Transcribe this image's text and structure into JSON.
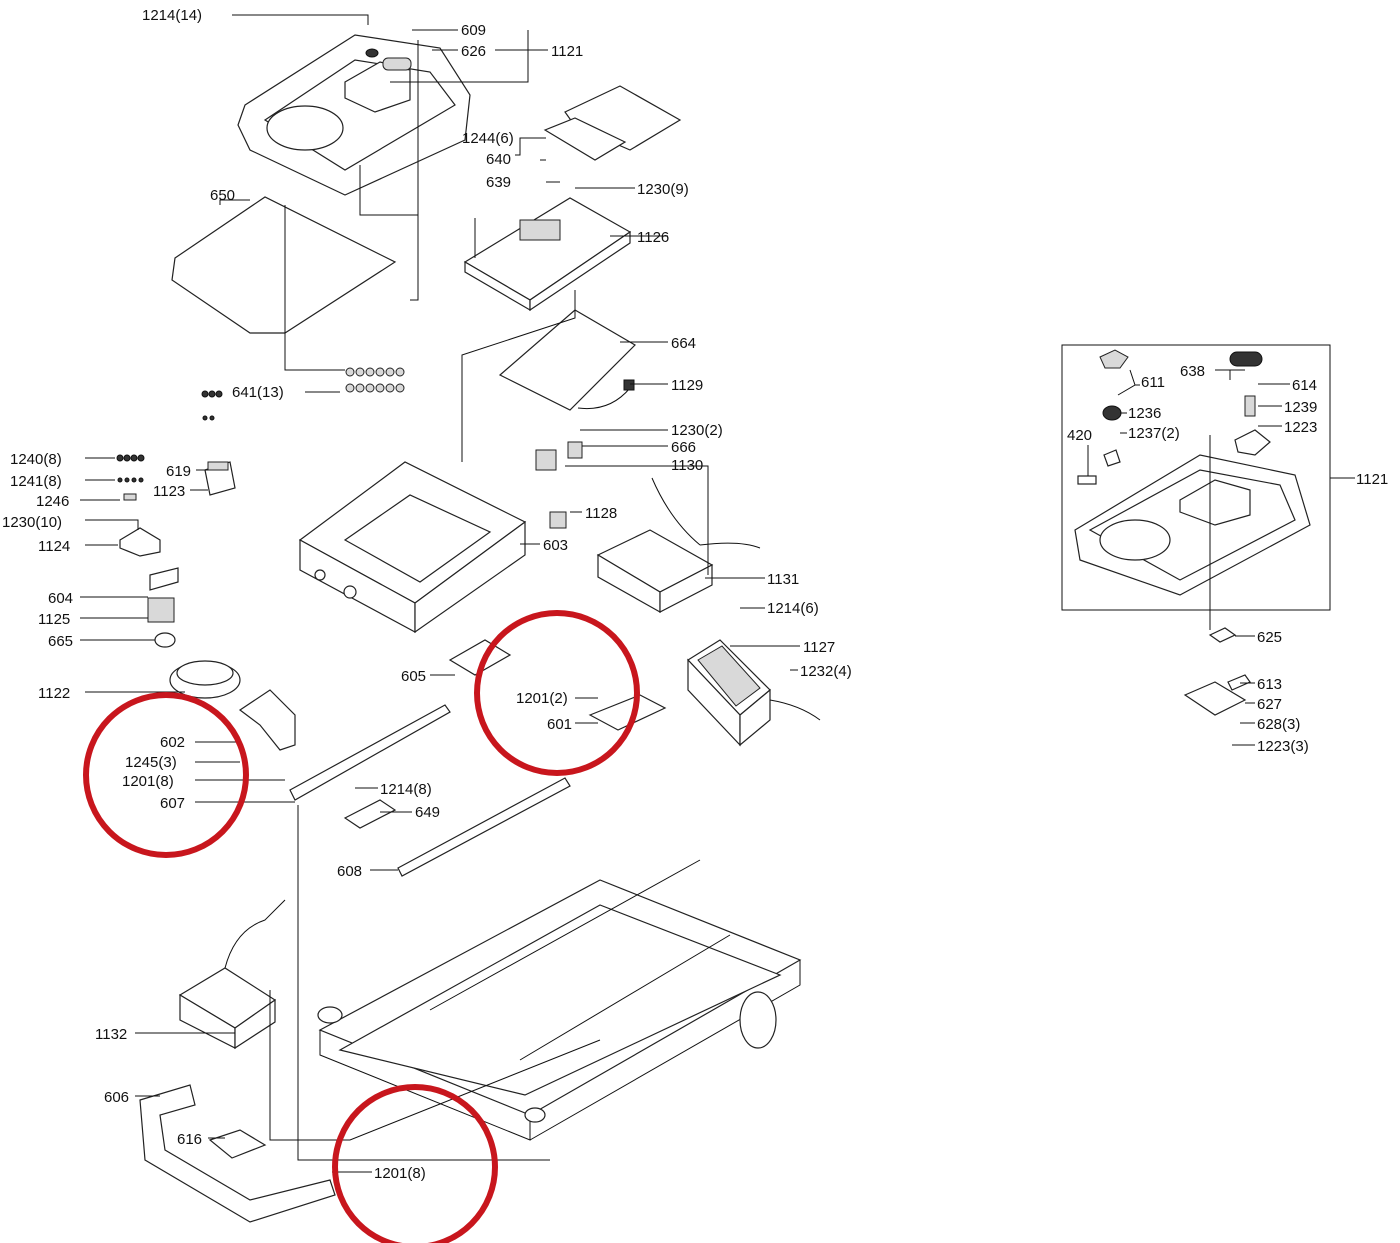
{
  "labels": {
    "l1214_14": "1214(14)",
    "l609": "609",
    "l626": "626",
    "l1121": "1121",
    "l1244_6": "1244(6)",
    "l640": "640",
    "l639": "639",
    "l1230_9": "1230(9)",
    "l650": "650",
    "l1126": "1126",
    "l664": "664",
    "l641_13": "641(13)",
    "l1129": "1129",
    "l1230_2": "1230(2)",
    "l666": "666",
    "l1130": "1130",
    "l1240_8": "1240(8)",
    "l1241_8": "1241(8)",
    "l1246": "1246",
    "l1230_10": "1230(10)",
    "l1124": "1124",
    "l619": "619",
    "l1123": "1123",
    "l1128": "1128",
    "l603": "603",
    "l1131": "1131",
    "l1214_6": "1214(6)",
    "l604": "604",
    "l1125": "1125",
    "l665": "665",
    "l1127": "1127",
    "l1232_4": "1232(4)",
    "l605": "605",
    "l1122": "1122",
    "l1201_2": "1201(2)",
    "l601": "601",
    "l602": "602",
    "l1245_3": "1245(3)",
    "l1201_8a": "1201(8)",
    "l607": "607",
    "l1214_8": "1214(8)",
    "l649": "649",
    "l608": "608",
    "l1132": "1132",
    "l606": "606",
    "l616": "616",
    "l1201_8b": "1201(8)",
    "r611": "611",
    "r638": "638",
    "r614": "614",
    "r1236": "1236",
    "r1239": "1239",
    "r420": "420",
    "r1237_2": "1237(2)",
    "r1223": "1223",
    "r1121": "1121",
    "r625": "625",
    "r613": "613",
    "r627": "627",
    "r628_3": "628(3)",
    "r1223_3": "1223(3)"
  },
  "colors": {
    "highlight_ring": "#c8161d",
    "line": "#111111"
  }
}
